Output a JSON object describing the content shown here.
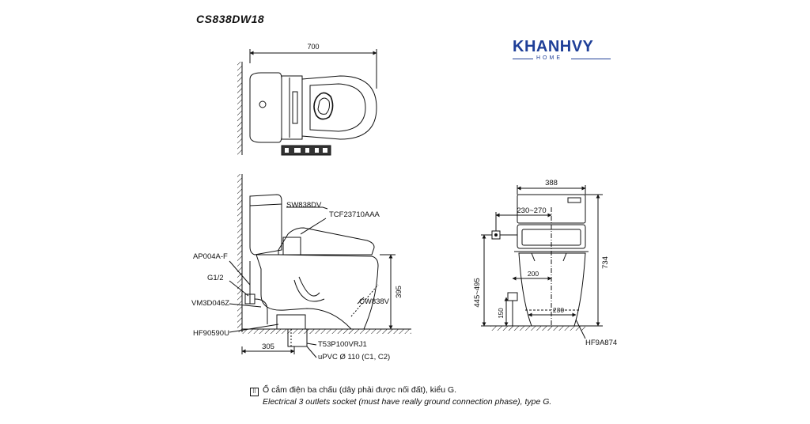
{
  "header": {
    "model_code": "CS838DW18"
  },
  "brand": {
    "name": "KHANHVY",
    "sub": "HOME",
    "color": "#1f3f98"
  },
  "top_view": {
    "dim_width": "700"
  },
  "side_view": {
    "labels": {
      "tank": "SW838DV",
      "seat": "TCF23710AAA",
      "angle_valve": "AP004A-F",
      "thread": "G1/2",
      "hose": "VM3D046Z",
      "flange": "HF90590U",
      "bowl": "CW838V",
      "outlet": "T53P100VRJ1",
      "pipe": "uPVC Ø 110 (C1, C2)"
    },
    "dims": {
      "rough_in": "305",
      "seat_height": "395"
    }
  },
  "front_view": {
    "labels": {
      "bolt": "HF9A874"
    },
    "dims": {
      "width": "388",
      "socket_offset": "230~270",
      "socket_height": "445~495",
      "height": "734",
      "offset_200": "200",
      "offset_230": "230",
      "height_150": "150"
    }
  },
  "note": {
    "icon": "socket-icon",
    "vi": "Ổ cắm điện ba chấu (dây phải được nối đất), kiểu G.",
    "en": "Electrical 3 outlets socket (must have really ground connection phase), type G."
  }
}
